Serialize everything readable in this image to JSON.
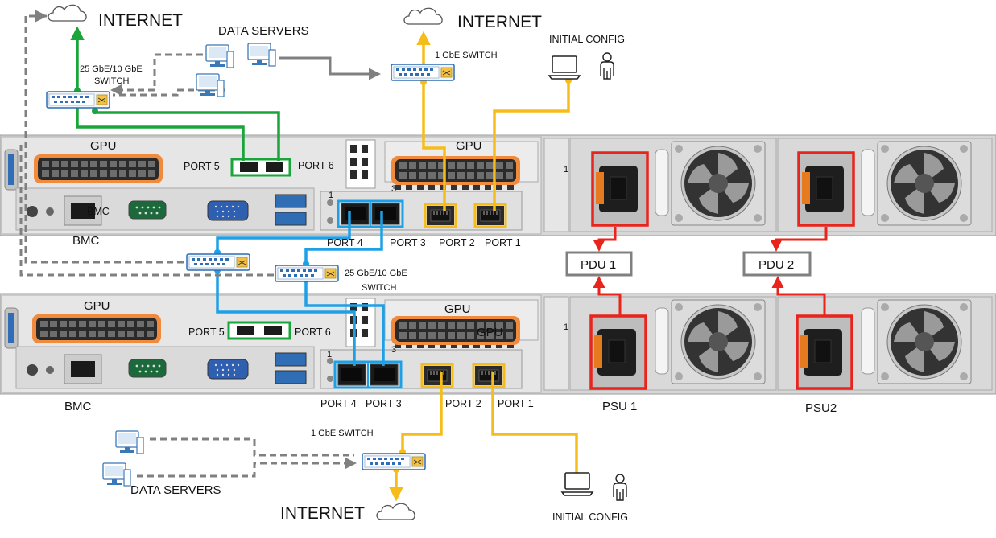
{
  "labels": {
    "internet": "INTERNET",
    "data_servers": "DATA SERVERS",
    "switch_25": "25 GbE/10 GbE SWITCH",
    "switch_25_line1": "25 GbE/10 GbE",
    "switch_25_line2": "SWITCH",
    "switch_1": "1 GbE SWITCH",
    "initial_config": "INITIAL CONFIG",
    "gpu": "GPU",
    "bmc": "BMC",
    "port1": "PORT 1",
    "port2": "PORT 2",
    "port3": "PORT 3",
    "port4": "PORT 4",
    "port5": "PORT 5",
    "port6": "PORT 6",
    "pdu1": "PDU 1",
    "pdu2": "PDU 2",
    "psu1": "PSU 1",
    "psu2": "PSU2",
    "slot1": "1",
    "slot3": "3"
  },
  "colors": {
    "green_link": "#1aa53a",
    "blue_link": "#1ea0e6",
    "yellow_link": "#f6bd1a",
    "red_link": "#e8241c",
    "gray_link": "#808080",
    "chassis": "#d0d0d0",
    "gpu_orange": "#f08a3c",
    "switch_blue": "#2f6db4"
  }
}
